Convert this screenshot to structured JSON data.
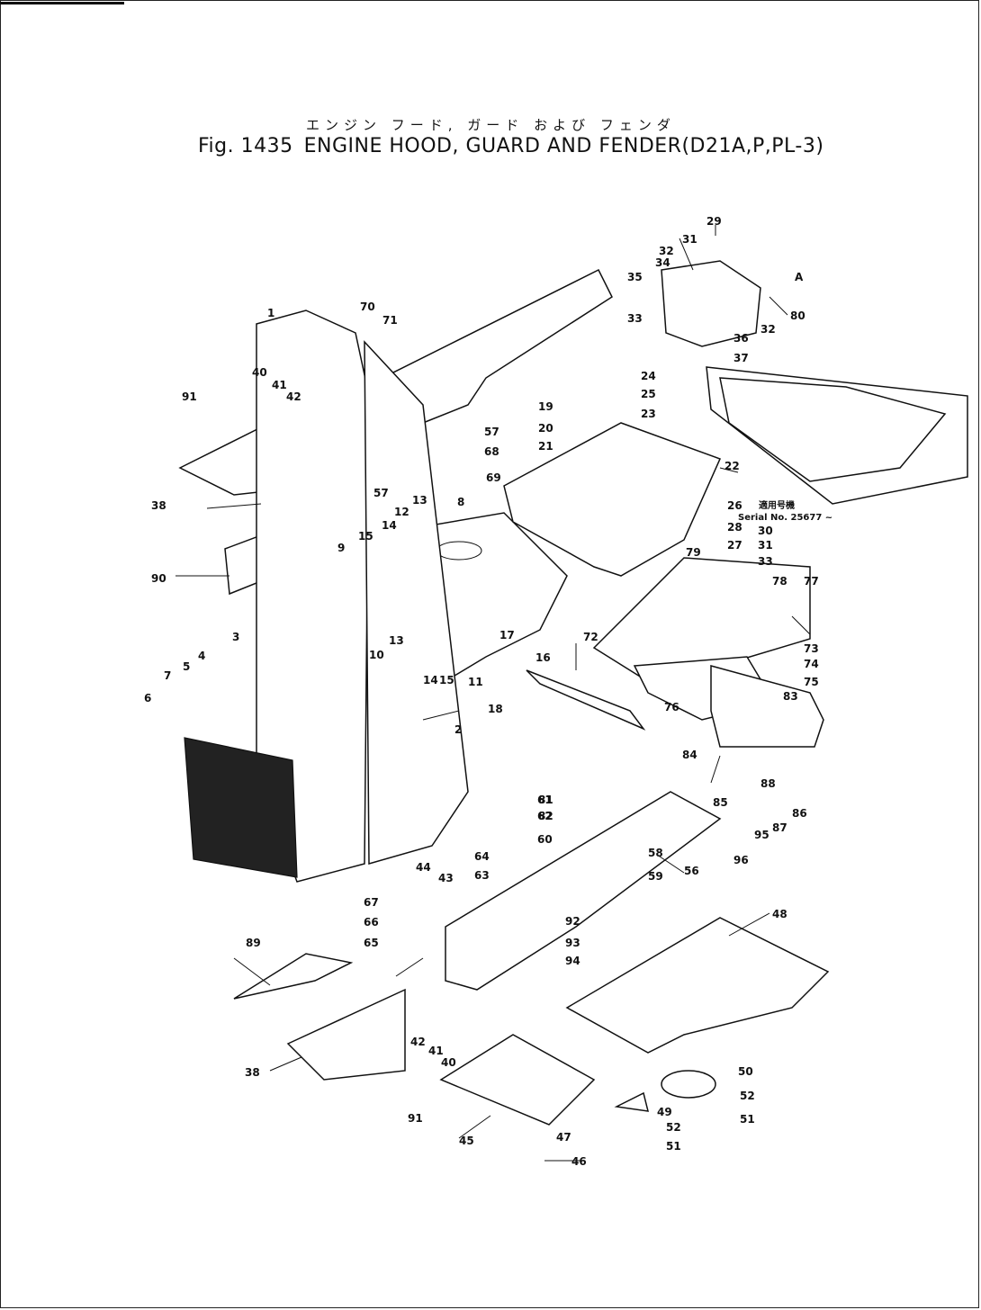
{
  "title": {
    "japanese": "エンジン フード, ガード および フェンダ",
    "fig_label": "Fig. 1435",
    "caption": "ENGINE HOOD, GUARD AND FENDER(D21A,P,PL-3)"
  },
  "serial_note": {
    "japanese": "適用号機",
    "text": "Serial No. 25677 ~"
  },
  "inset_label": "A",
  "callouts": [
    "1",
    "2",
    "3",
    "4",
    "5",
    "6",
    "7",
    "8",
    "9",
    "10",
    "11",
    "12",
    "13",
    "13",
    "14",
    "14",
    "15",
    "15",
    "16",
    "17",
    "18",
    "19",
    "20",
    "21",
    "22",
    "23",
    "24",
    "25",
    "26",
    "27",
    "28",
    "29",
    "30",
    "31",
    "31",
    "32",
    "32",
    "33",
    "33",
    "34",
    "35",
    "36",
    "37",
    "38",
    "38",
    "40",
    "40",
    "41",
    "41",
    "42",
    "42",
    "43",
    "44",
    "45",
    "46",
    "47",
    "48",
    "49",
    "50",
    "51",
    "51",
    "52",
    "52",
    "56",
    "57",
    "57",
    "58",
    "59",
    "60",
    "61",
    "62",
    "63",
    "64",
    "65",
    "66",
    "67",
    "68",
    "69",
    "70",
    "71",
    "72",
    "73",
    "74",
    "75",
    "76",
    "77",
    "78",
    "79",
    "80",
    "81",
    "82",
    "83",
    "84",
    "85",
    "86",
    "87",
    "88",
    "89",
    "90",
    "91",
    "91",
    "92",
    "93",
    "94",
    "95",
    "96"
  ],
  "colors": {
    "ink": "#111111",
    "paper": "#ffffff"
  }
}
